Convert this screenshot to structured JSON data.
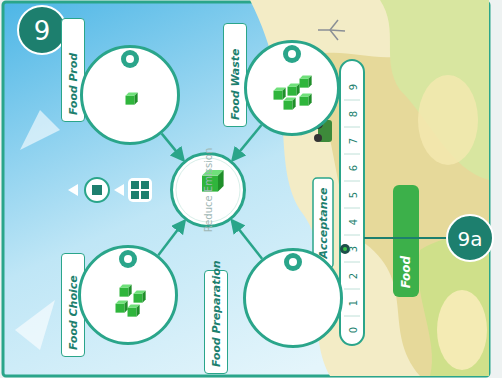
{
  "diagram": {
    "nodes": [
      {
        "text": [
          "Food Prod"
        ]
      },
      {
        "text": [
          "Food Waste"
        ]
      },
      {
        "text": [
          "Reduce Emission"
        ]
      },
      {
        "text": [
          "Food Choice"
        ]
      },
      {
        "text": [
          "Food Preparation"
        ]
      }
    ],
    "edges": [
      {
        "from": 0,
        "to": 2,
        "arrow": "to"
      },
      {
        "from": 1,
        "to": 2,
        "arrow": "to"
      },
      {
        "from": 3,
        "to": 2,
        "arrow": "to"
      },
      {
        "from": 4,
        "to": 2,
        "arrow": "to"
      }
    ],
    "labels": [
      "9",
      "Acceptance",
      "0",
      "1",
      "2",
      "3",
      "4",
      "5",
      "6",
      "7",
      "8",
      "9",
      "Food",
      "9a"
    ]
  }
}
